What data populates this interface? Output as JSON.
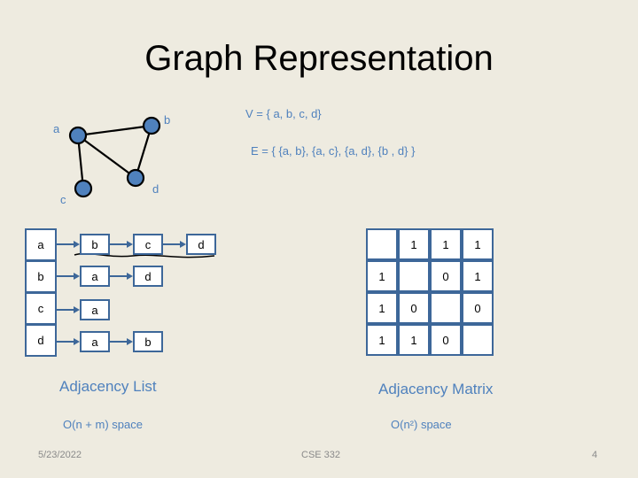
{
  "title": "Graph Representation",
  "graph": {
    "vertices": [
      "a",
      "b",
      "c",
      "d"
    ],
    "edges": [
      [
        "a",
        "b"
      ],
      [
        "a",
        "c"
      ],
      [
        "a",
        "d"
      ],
      [
        "b",
        "d"
      ]
    ]
  },
  "sets": {
    "V": "V = { a, b, c, d}",
    "E": "E = { {a, b}, {a, c}, {a, d}, {b , d} }"
  },
  "adjacency_list": {
    "heads": [
      "a",
      "b",
      "c",
      "d"
    ],
    "lists": [
      [
        "b",
        "c",
        "d"
      ],
      [
        "a",
        "d"
      ],
      [
        "a"
      ],
      [
        "a",
        "b"
      ]
    ],
    "label": "Adjacency List",
    "space": "O(n + m) space"
  },
  "adjacency_matrix": {
    "rows": [
      [
        "",
        "1",
        "1",
        "1"
      ],
      [
        "1",
        "",
        "0",
        "1"
      ],
      [
        "1",
        "0",
        "",
        "0"
      ],
      [
        "1",
        "1",
        "0",
        ""
      ]
    ],
    "label": "Adjacency Matrix",
    "space": "O(n²) space"
  },
  "footer": {
    "date": "5/23/2022",
    "course": "CSE 332",
    "page": "4"
  },
  "colors": {
    "background": "#eeebe0",
    "accent": "#4f81bd",
    "border": "#3d6799"
  }
}
